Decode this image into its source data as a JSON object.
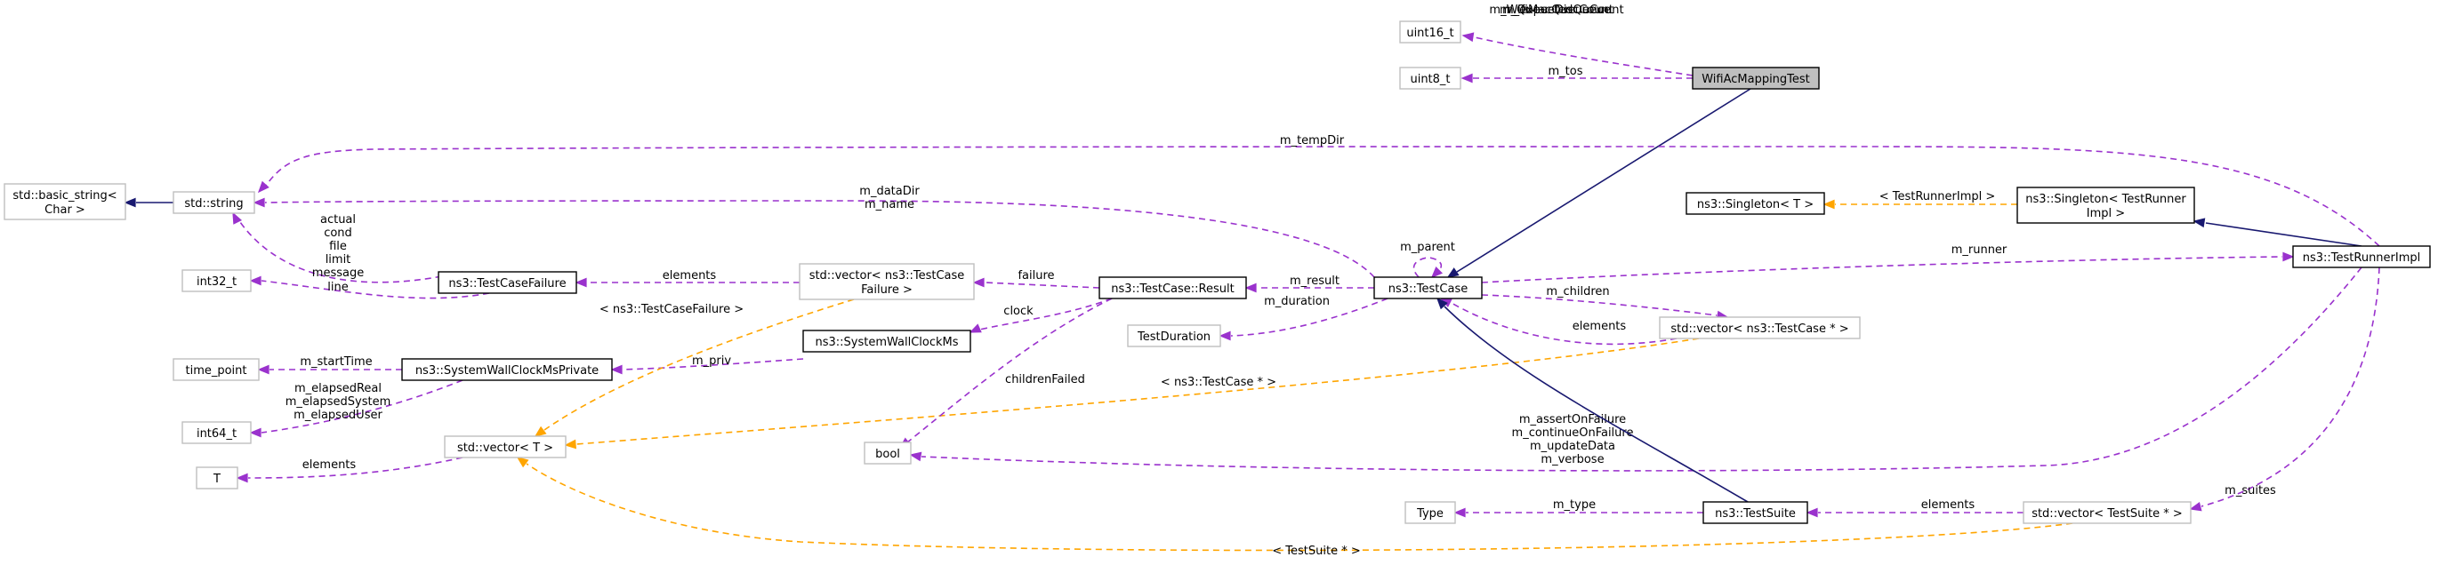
{
  "title": "",
  "colors": {
    "background": "#ffffff",
    "usage": "#9a32cd",
    "inheritance": "#191970",
    "template": "#ffa500",
    "highlight_fill": "#bfbfbf",
    "node_border_strong": "#000000",
    "node_border_weak": "#bfbfbf"
  },
  "nodes": {
    "wifi": {
      "lines": [
        "WifiAcMappingTest"
      ],
      "style": "highlight"
    },
    "uint16": {
      "lines": [
        "uint16_t"
      ],
      "style": "weak"
    },
    "uint8": {
      "lines": [
        "uint8_t"
      ],
      "style": "weak"
    },
    "testcase": {
      "lines": [
        "ns3::TestCase"
      ],
      "style": "strong"
    },
    "stdstring": {
      "lines": [
        "std::string"
      ],
      "style": "weak"
    },
    "basicstring": {
      "lines": [
        "std::basic_string<",
        "Char >"
      ],
      "style": "weak"
    },
    "singletonT": {
      "lines": [
        "ns3::Singleton< T >"
      ],
      "style": "strong"
    },
    "singletonRunner": {
      "lines": [
        "ns3::Singleton< TestRunner",
        "Impl >"
      ],
      "style": "strong"
    },
    "runnerimpl": {
      "lines": [
        "ns3::TestRunnerImpl"
      ],
      "style": "strong"
    },
    "failure": {
      "lines": [
        "ns3::TestCaseFailure"
      ],
      "style": "strong"
    },
    "vecfailure": {
      "lines": [
        "std::vector< ns3::TestCase",
        "Failure >"
      ],
      "style": "weak"
    },
    "result": {
      "lines": [
        "ns3::TestCase::Result"
      ],
      "style": "strong"
    },
    "int32": {
      "lines": [
        "int32_t"
      ],
      "style": "weak"
    },
    "duration": {
      "lines": [
        "TestDuration"
      ],
      "style": "weak"
    },
    "vectestcase": {
      "lines": [
        "std::vector< ns3::TestCase * >"
      ],
      "style": "weak"
    },
    "clockms": {
      "lines": [
        "ns3::SystemWallClockMs"
      ],
      "style": "strong"
    },
    "timepoint": {
      "lines": [
        "time_point"
      ],
      "style": "weak"
    },
    "clockpriv": {
      "lines": [
        "ns3::SystemWallClockMsPrivate"
      ],
      "style": "strong"
    },
    "int64": {
      "lines": [
        "int64_t"
      ],
      "style": "weak"
    },
    "vecT": {
      "lines": [
        "std::vector< T >"
      ],
      "style": "weak"
    },
    "bool": {
      "lines": [
        "bool"
      ],
      "style": "weak"
    },
    "T": {
      "lines": [
        "T"
      ],
      "style": "weak"
    },
    "type": {
      "lines": [
        "Type"
      ],
      "style": "weak"
    },
    "testsuite": {
      "lines": [
        "ns3::TestSuite"
      ],
      "style": "strong"
    },
    "vecsuite": {
      "lines": [
        "std::vector< TestSuite * >"
      ],
      "style": "weak"
    }
  },
  "edges": [
    {
      "id": "e-wifi-uint16",
      "kind": "usage",
      "label_lines": [
        "m_QueueDiscCount",
        "m_WifiMacQueueCount",
        "m_expectedQueue"
      ]
    },
    {
      "id": "e-wifi-uint8",
      "kind": "usage",
      "label_lines": [
        "m_tos"
      ]
    },
    {
      "id": "e-wifi-testcase",
      "kind": "inheritance",
      "label_lines": []
    },
    {
      "id": "e-runner-string",
      "kind": "usage",
      "label_lines": [
        "m_tempDir"
      ]
    },
    {
      "id": "e-string-basic",
      "kind": "inheritance",
      "label_lines": []
    },
    {
      "id": "e-testcase-string",
      "kind": "usage",
      "label_lines": [
        "m_dataDir",
        "m_name"
      ]
    },
    {
      "id": "e-runner-singletonT",
      "kind": "template",
      "label_lines": [
        "< TestRunnerImpl >"
      ]
    },
    {
      "id": "e-runner-singleton",
      "kind": "inheritance",
      "label_lines": []
    },
    {
      "id": "e-testcase-self",
      "kind": "usage",
      "label_lines": [
        "m_parent"
      ]
    },
    {
      "id": "e-testcase-runner",
      "kind": "usage",
      "label_lines": [
        "m_runner"
      ]
    },
    {
      "id": "e-failure-string",
      "kind": "usage",
      "label_lines": [
        "actual",
        "cond",
        "file",
        "limit",
        "message"
      ]
    },
    {
      "id": "e-vecfail-failure",
      "kind": "usage",
      "label_lines": [
        "elements"
      ]
    },
    {
      "id": "e-result-vecfail",
      "kind": "usage",
      "label_lines": [
        "failure"
      ]
    },
    {
      "id": "e-testcase-result",
      "kind": "usage",
      "label_lines": [
        "m_result"
      ]
    },
    {
      "id": "e-failure-int32",
      "kind": "usage",
      "label_lines": [
        "line"
      ]
    },
    {
      "id": "e-testcase-duration",
      "kind": "usage",
      "label_lines": [
        "m_duration"
      ]
    },
    {
      "id": "e-testcase-vectc",
      "kind": "usage",
      "label_lines": [
        "m_children"
      ]
    },
    {
      "id": "e-vectc-testcase",
      "kind": "usage",
      "label_lines": [
        "elements"
      ]
    },
    {
      "id": "e-result-clock",
      "kind": "usage",
      "label_lines": [
        "clock"
      ]
    },
    {
      "id": "e-clock-priv",
      "kind": "usage",
      "label_lines": [
        "m_priv"
      ]
    },
    {
      "id": "e-priv-timepoint",
      "kind": "usage",
      "label_lines": [
        "m_startTime"
      ]
    },
    {
      "id": "e-priv-int64",
      "kind": "usage",
      "label_lines": [
        "m_elapsedReal",
        "m_elapsedSystem",
        "m_elapsedUser"
      ]
    },
    {
      "id": "e-vecfail-vecT",
      "kind": "template",
      "label_lines": [
        "< ns3::TestCaseFailure >"
      ]
    },
    {
      "id": "e-vectc-vecT",
      "kind": "template",
      "label_lines": [
        "< ns3::TestCase * >"
      ]
    },
    {
      "id": "e-result-bool",
      "kind": "usage",
      "label_lines": [
        "childrenFailed"
      ]
    },
    {
      "id": "e-runner-bool",
      "kind": "usage",
      "label_lines": [
        "m_assertOnFailure",
        "m_continueOnFailure",
        "m_updateData",
        "m_verbose"
      ]
    },
    {
      "id": "e-vecT-T",
      "kind": "usage",
      "label_lines": [
        "elements"
      ]
    },
    {
      "id": "e-suite-testcase",
      "kind": "inheritance",
      "label_lines": []
    },
    {
      "id": "e-suite-type",
      "kind": "usage",
      "label_lines": [
        "m_type"
      ]
    },
    {
      "id": "e-vecsuite-suite",
      "kind": "usage",
      "label_lines": [
        "elements"
      ]
    },
    {
      "id": "e-runner-vecsuite",
      "kind": "usage",
      "label_lines": [
        "m_suites"
      ]
    },
    {
      "id": "e-vecsuite-vecT",
      "kind": "template",
      "label_lines": [
        "< TestSuite * >"
      ]
    }
  ]
}
